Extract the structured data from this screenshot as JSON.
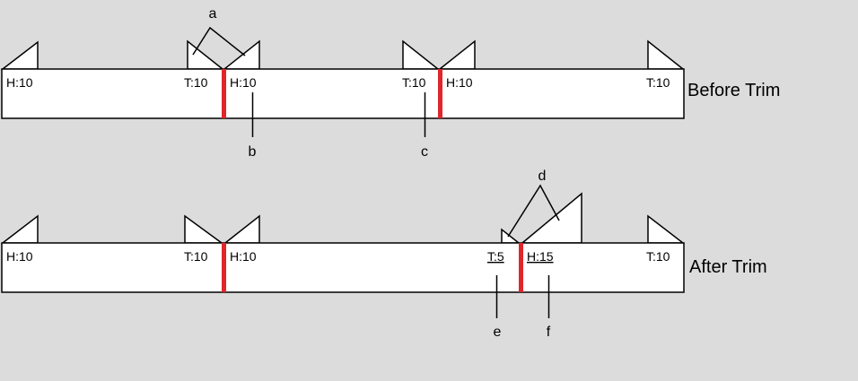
{
  "background_color": "#dcdcdc",
  "edit_color": "#e0262a",
  "before": {
    "row_label": "Before Trim",
    "handle_labels": [
      "H:10",
      "T:10",
      "H:10",
      "T:10",
      "H:10",
      "T:10"
    ],
    "callouts": {
      "a": "a",
      "b": "b",
      "c": "c"
    }
  },
  "after": {
    "row_label": "After Trim",
    "handle_labels": [
      "H:10",
      "T:10",
      "H:10",
      "T:5",
      "H:15",
      "T:10"
    ],
    "callouts": {
      "d": "d",
      "e": "e",
      "f": "f"
    }
  }
}
